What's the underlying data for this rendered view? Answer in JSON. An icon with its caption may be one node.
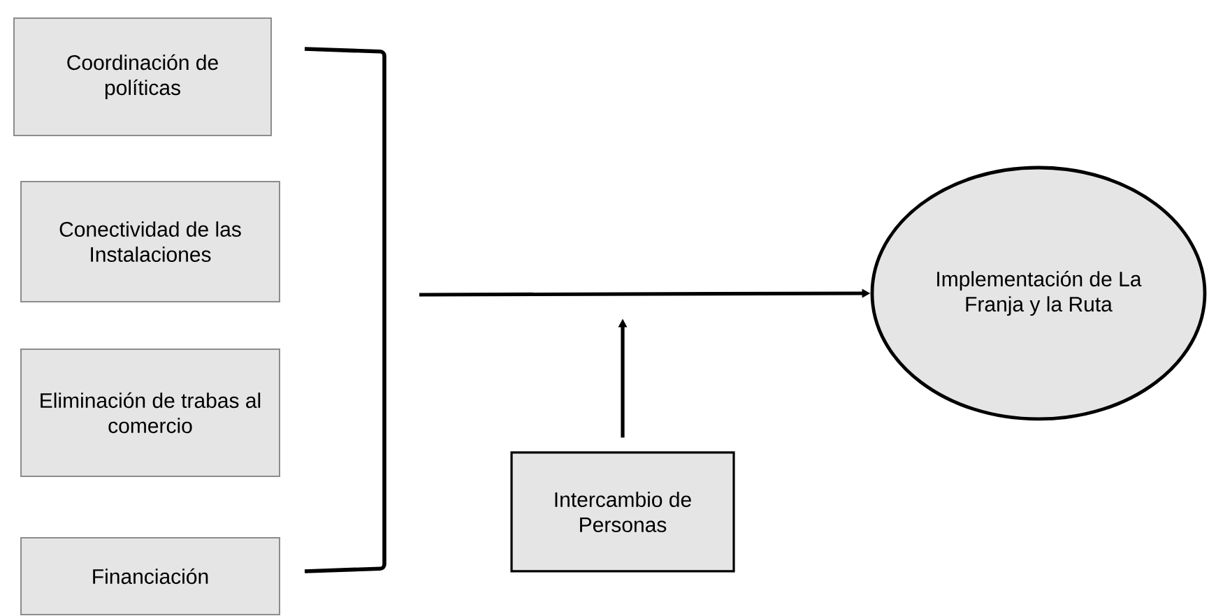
{
  "diagram": {
    "nodes": [
      {
        "text": [
          "Coordinación de políticas"
        ]
      },
      {
        "text": [
          "Conectividad de las Instalaciones"
        ]
      },
      {
        "text": [
          "Eliminación de trabas al comercio"
        ]
      },
      {
        "text": [
          "Financiación"
        ]
      },
      {
        "text": [
          "Intercambio de Personas"
        ]
      },
      {
        "text": [
          "Implementación de La Franja y la Ruta"
        ]
      }
    ],
    "edges": [
      {
        "from": null,
        "to": 5,
        "arrow": "to"
      },
      {
        "from": 4,
        "to": null,
        "arrow": "to"
      }
    ]
  }
}
